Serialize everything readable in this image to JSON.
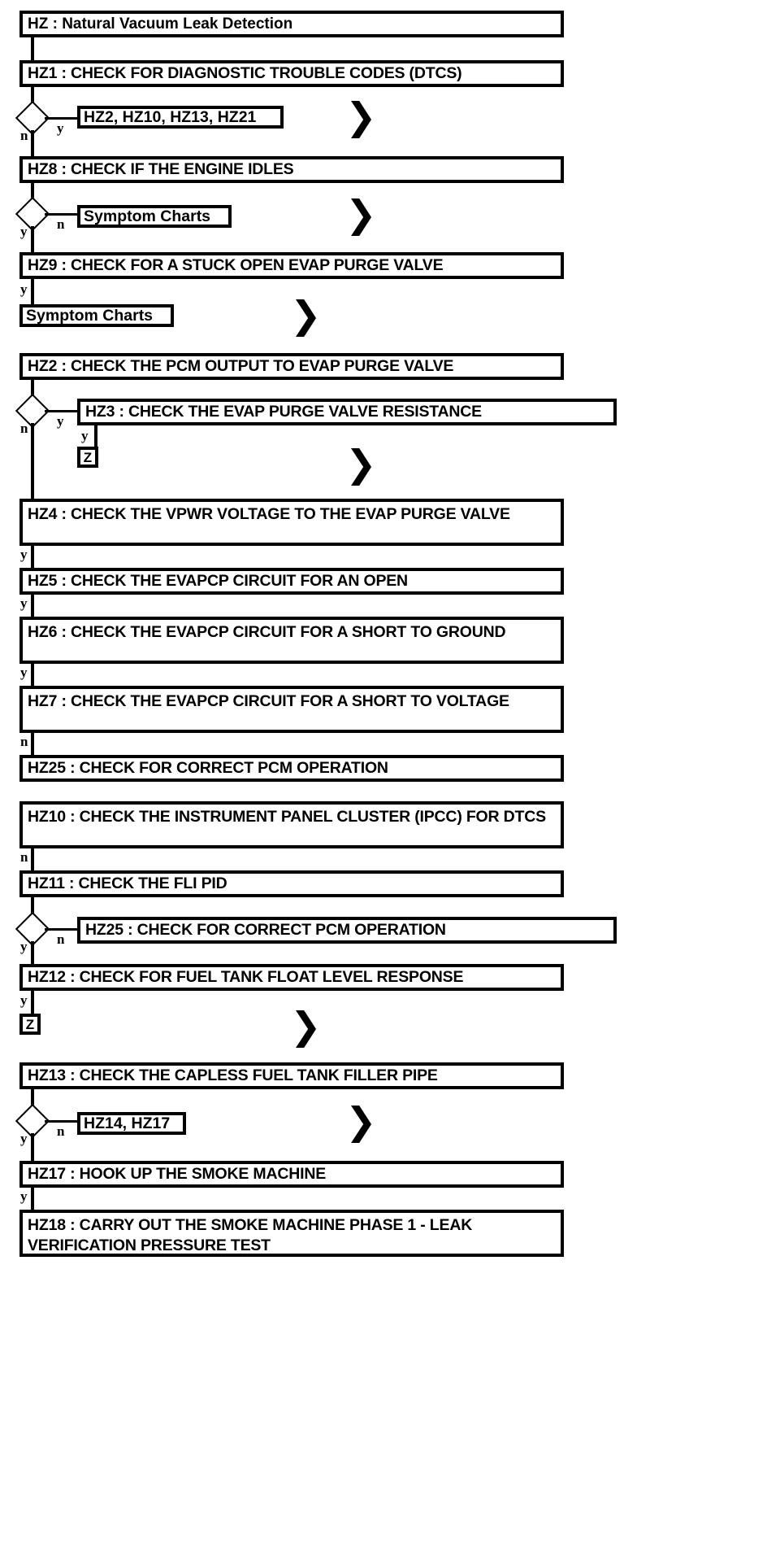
{
  "diagram": {
    "type": "flowchart",
    "title": "HZ : Natural Vacuum Leak Detection",
    "colors": {
      "stroke": "#000000",
      "fill": "#ffffff"
    },
    "nodes": [
      {
        "id": "hz",
        "label": "HZ : Natural Vacuum Leak Detection"
      },
      {
        "id": "hz1",
        "label": "HZ1 : CHECK FOR DIAGNOSTIC TROUBLE CODES (DTCS)"
      },
      {
        "id": "ref1",
        "label": "HZ2, HZ10, HZ13, HZ21"
      },
      {
        "id": "hz8",
        "label": "HZ8 : CHECK IF THE ENGINE IDLES"
      },
      {
        "id": "ref2",
        "label": "Symptom Charts"
      },
      {
        "id": "hz9",
        "label": "HZ9 : CHECK FOR A STUCK OPEN EVAP PURGE VALVE"
      },
      {
        "id": "ref3",
        "label": "Symptom Charts"
      },
      {
        "id": "hz2",
        "label": "HZ2 : CHECK THE PCM OUTPUT TO EVAP PURGE VALVE"
      },
      {
        "id": "hz3",
        "label": "HZ3 : CHECK THE EVAP PURGE VALVE RESISTANCE"
      },
      {
        "id": "z1",
        "label": "Z"
      },
      {
        "id": "hz4",
        "label": "HZ4 : CHECK THE VPWR VOLTAGE TO THE EVAP PURGE VALVE"
      },
      {
        "id": "hz5",
        "label": "HZ5 : CHECK THE EVAPCP CIRCUIT FOR AN OPEN"
      },
      {
        "id": "hz6",
        "label": "HZ6 : CHECK THE EVAPCP CIRCUIT FOR A SHORT TO GROUND"
      },
      {
        "id": "hz7",
        "label": "HZ7 : CHECK THE EVAPCP CIRCUIT FOR A SHORT TO VOLTAGE"
      },
      {
        "id": "hz25a",
        "label": "HZ25 : CHECK FOR CORRECT PCM OPERATION"
      },
      {
        "id": "hz10",
        "label": "HZ10 : CHECK THE INSTRUMENT PANEL CLUSTER (IPCC) FOR DTCS"
      },
      {
        "id": "hz11",
        "label": "HZ11 : CHECK THE FLI PID"
      },
      {
        "id": "hz25b",
        "label": "HZ25 : CHECK FOR CORRECT PCM OPERATION"
      },
      {
        "id": "hz12",
        "label": "HZ12 : CHECK FOR FUEL TANK FLOAT LEVEL RESPONSE"
      },
      {
        "id": "z2",
        "label": "Z"
      },
      {
        "id": "hz13",
        "label": "HZ13 : CHECK THE CAPLESS FUEL TANK FILLER PIPE"
      },
      {
        "id": "ref4",
        "label": "HZ14, HZ17"
      },
      {
        "id": "hz17",
        "label": "HZ17 : HOOK UP THE SMOKE MACHINE"
      },
      {
        "id": "hz18",
        "label": "HZ18 : CARRY OUT THE SMOKE MACHINE PHASE 1 - LEAK VERIFICATION PRESSURE TEST"
      }
    ],
    "branch_labels": {
      "yes": "y",
      "no": "n"
    },
    "edges": [
      {
        "from": "hz1",
        "label": "y",
        "to": "ref1"
      },
      {
        "from": "hz1",
        "label": "n",
        "to": "hz8"
      },
      {
        "from": "hz8",
        "label": "n",
        "to": "ref2"
      },
      {
        "from": "hz8",
        "label": "y",
        "to": "hz9"
      },
      {
        "from": "hz9",
        "label": "y",
        "to": "ref3"
      },
      {
        "from": "hz2",
        "label": "y",
        "to": "hz3"
      },
      {
        "from": "hz3",
        "label": "y",
        "to": "z1"
      },
      {
        "from": "hz2",
        "label": "n",
        "to": "hz4"
      },
      {
        "from": "hz4",
        "label": "y",
        "to": "hz5"
      },
      {
        "from": "hz5",
        "label": "y",
        "to": "hz6"
      },
      {
        "from": "hz6",
        "label": "y",
        "to": "hz7"
      },
      {
        "from": "hz7",
        "label": "n",
        "to": "hz25a"
      },
      {
        "from": "hz10",
        "label": "n",
        "to": "hz11"
      },
      {
        "from": "hz11",
        "label": "n",
        "to": "hz25b"
      },
      {
        "from": "hz11",
        "label": "y",
        "to": "hz12"
      },
      {
        "from": "hz12",
        "label": "y",
        "to": "z2"
      },
      {
        "from": "hz13",
        "label": "n",
        "to": "ref4"
      },
      {
        "from": "hz13",
        "label": "y",
        "to": "hz17"
      },
      {
        "from": "hz17",
        "label": "y",
        "to": "hz18"
      }
    ],
    "offpage_markers": 5
  }
}
